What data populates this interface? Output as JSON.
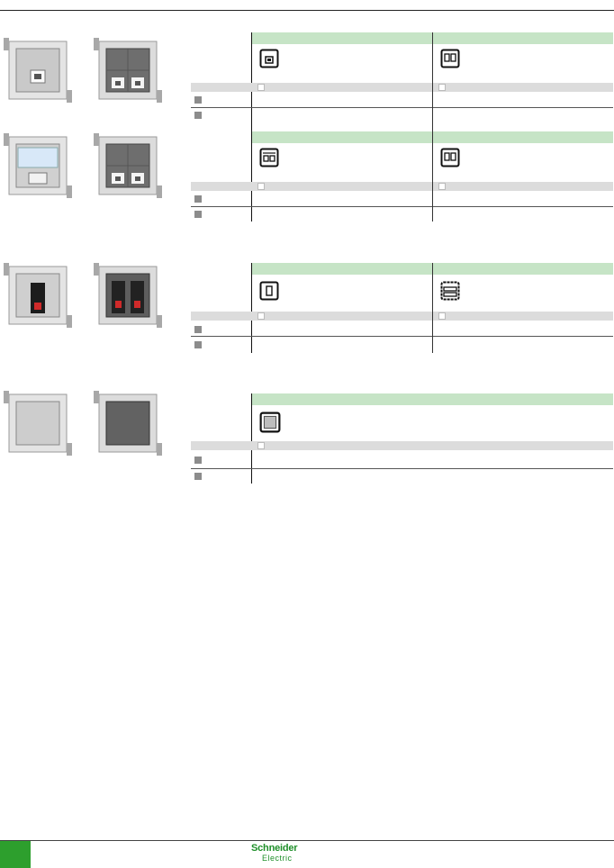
{
  "footer": {
    "brand_line1": "Schneider",
    "brand_line2": "Electric",
    "brand_color": "#1f8f2a",
    "tab_color": "#2d9f2d"
  },
  "colors": {
    "header_green": "#c6e4c6",
    "row_gray": "#dcdcdc",
    "aluminium": "#cfcfcf",
    "graphite": "#6b6b6b"
  },
  "products": [
    {
      "name": "rj45-single-aluminium"
    },
    {
      "name": "rj45-double-graphite"
    },
    {
      "name": "rj45-shutter-aluminium"
    },
    {
      "name": "rj45-double-graphite-b"
    },
    {
      "name": "speaker-single-aluminium"
    },
    {
      "name": "speaker-double-graphite"
    },
    {
      "name": "blank-aluminium"
    },
    {
      "name": "blank-graphite"
    }
  ]
}
